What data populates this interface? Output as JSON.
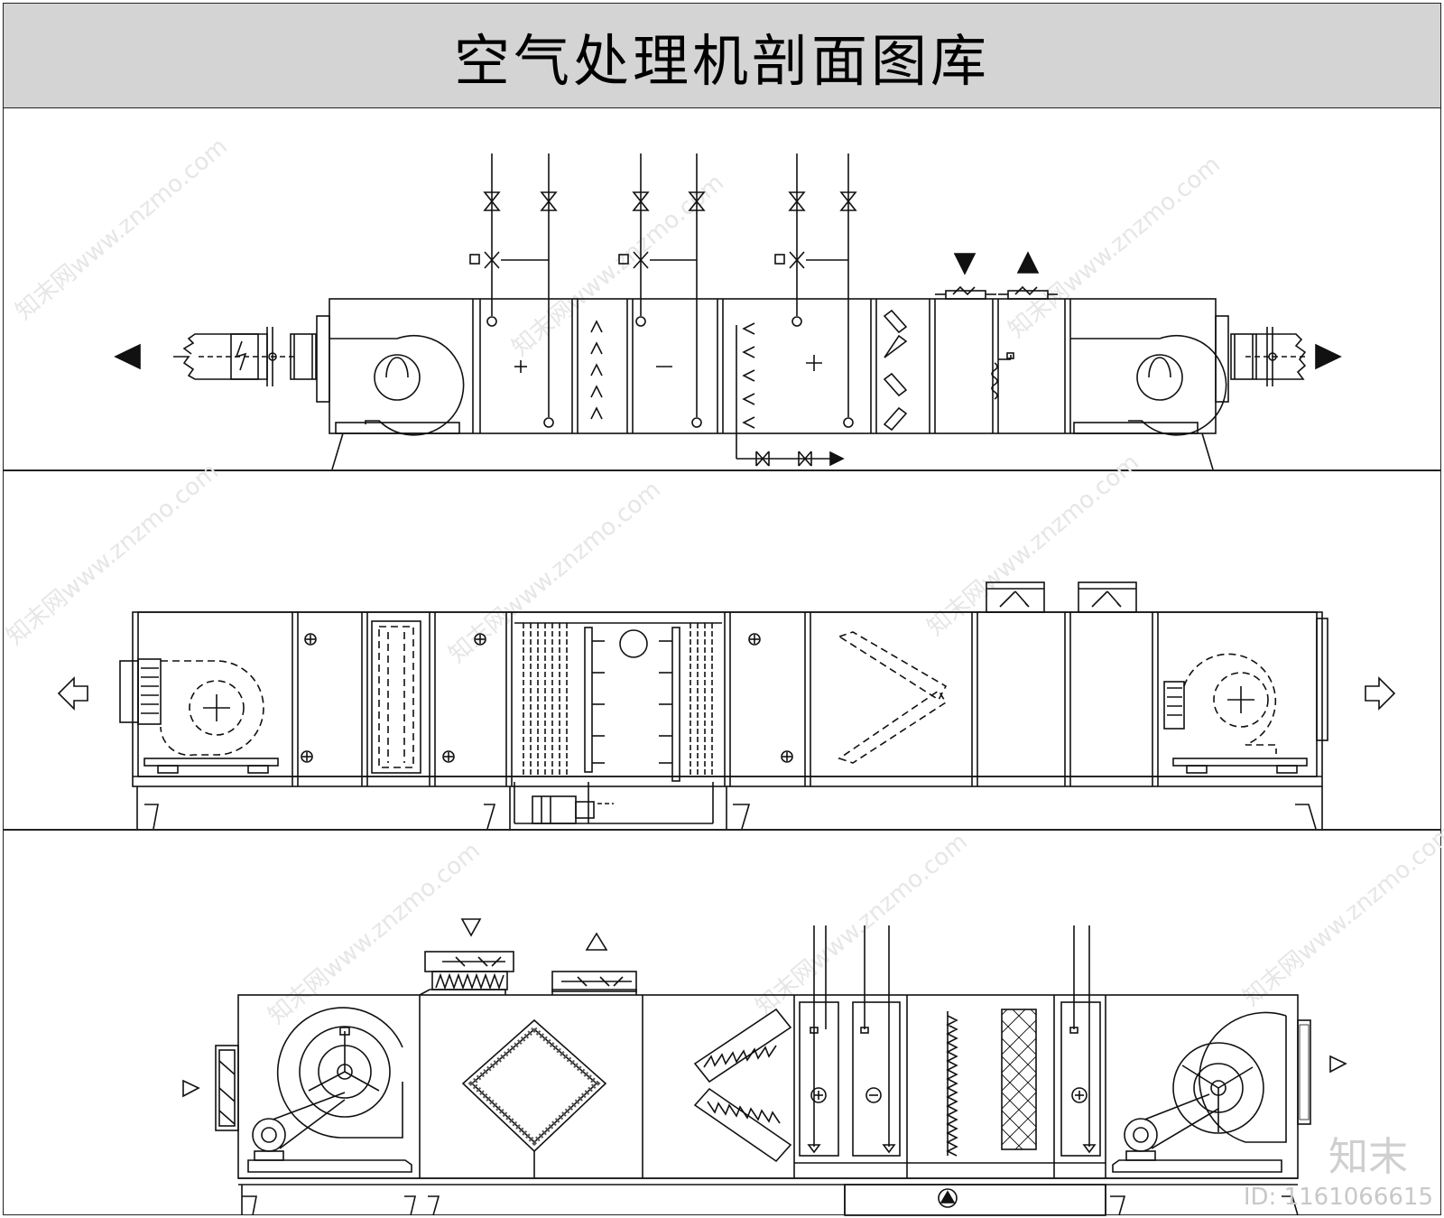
{
  "title": "空气处理机剖面图库",
  "signs": {
    "plus": "+",
    "minus": "−"
  },
  "watermark": {
    "text": "知末",
    "id": "ID: 1161066615",
    "site": "知末网www.znzmo.com"
  }
}
